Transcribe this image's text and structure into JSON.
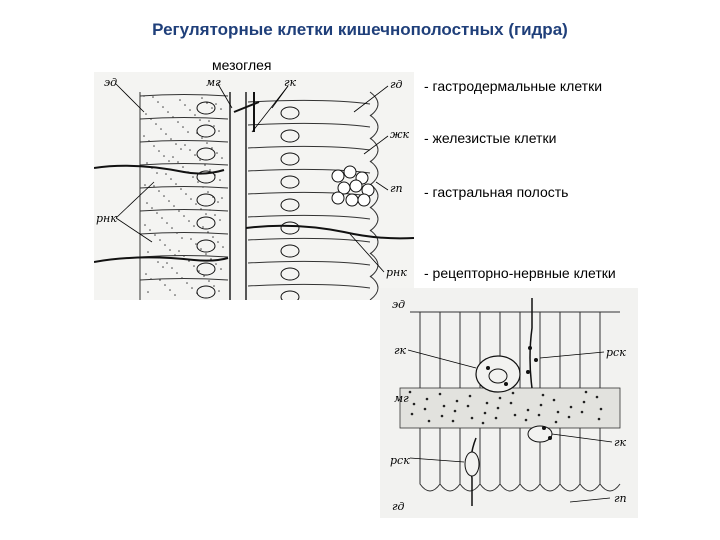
{
  "title": "Регуляторные клетки кишечнополостных (гидра)",
  "mezoglea_label": "мезоглея",
  "legend": [
    "- гастродермальные клетки",
    "- железистые клетки",
    "- гастральная полость",
    "- рецепторно-нервные клетки"
  ],
  "figure1": {
    "labels": {
      "ed": "эд",
      "mg": "мг",
      "gk": "гк",
      "gd": "гд",
      "zhk": "жк",
      "gp": "гп",
      "rnk_left": "рнк",
      "rnk_right": "рнк"
    }
  },
  "figure2": {
    "labels": {
      "ed": "эд",
      "gk_left": "гк",
      "rsk_right": "рск",
      "mg": "мг",
      "rsk_left": "рск",
      "gk_right": "гк",
      "gd": "гд",
      "gp": "гп"
    }
  }
}
